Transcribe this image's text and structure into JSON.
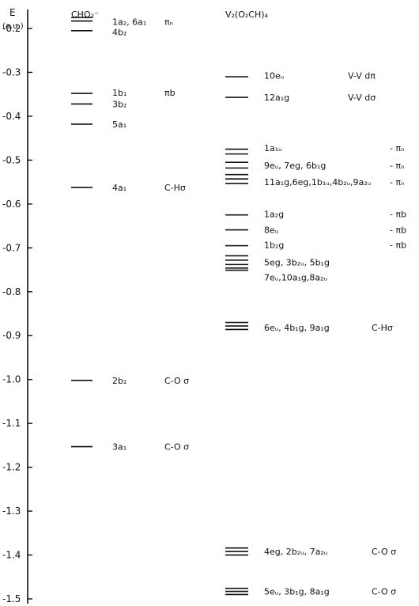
{
  "axis": {
    "title": "E",
    "unit": "(a.u.)",
    "min": -1.5,
    "max": -0.2,
    "ticks": [
      {
        "value": -0.2,
        "label": "-0.2"
      },
      {
        "value": -0.3,
        "label": "-0.3"
      },
      {
        "value": -0.4,
        "label": "-0.4"
      },
      {
        "value": -0.5,
        "label": "-0.5"
      },
      {
        "value": -0.6,
        "label": "-0.6"
      },
      {
        "value": -0.7,
        "label": "-0.7"
      },
      {
        "value": -0.8,
        "label": "-0.8"
      },
      {
        "value": -0.9,
        "label": "-0.9"
      },
      {
        "value": -1.0,
        "label": "-1.0"
      },
      {
        "value": -1.1,
        "label": "-1.1"
      },
      {
        "value": -1.2,
        "label": "-1.2"
      },
      {
        "value": -1.3,
        "label": "-1.3"
      },
      {
        "value": -1.4,
        "label": "-1.4"
      },
      {
        "value": -1.5,
        "label": "-1.5"
      }
    ]
  },
  "columns": [
    {
      "title": "CHO₂⁻",
      "levels": [
        {
          "energy": -0.175
        },
        {
          "energy": -0.183
        },
        {
          "energy": -0.205
        },
        {
          "energy": -0.348
        },
        {
          "energy": -0.372
        },
        {
          "energy": -0.418
        },
        {
          "energy": -0.562
        },
        {
          "energy": -1.002
        },
        {
          "energy": -1.153
        }
      ],
      "labels": [
        {
          "energy": -0.185,
          "text": "1a₂, 6a₁",
          "character": "πₙ"
        },
        {
          "energy": -0.208,
          "text": "4b₂",
          "character": ""
        },
        {
          "energy": -0.346,
          "text": "1b₁",
          "character": "πb"
        },
        {
          "energy": -0.372,
          "text": "3b₂",
          "character": ""
        },
        {
          "energy": -0.418,
          "text": "5a₁",
          "character": ""
        },
        {
          "energy": -0.562,
          "text": "4a₁",
          "character": "C-Hσ"
        },
        {
          "energy": -1.002,
          "text": "2b₂",
          "character": "C-O σ"
        },
        {
          "energy": -1.153,
          "text": "3a₁",
          "character": "C-O σ"
        }
      ]
    },
    {
      "title": "V₂(O₂CH)₄",
      "levels": [
        {
          "energy": -0.31
        },
        {
          "energy": -0.357
        },
        {
          "energy": -0.475
        },
        {
          "energy": -0.486
        },
        {
          "energy": -0.505
        },
        {
          "energy": -0.518
        },
        {
          "energy": -0.533
        },
        {
          "energy": -0.543
        },
        {
          "energy": -0.553
        },
        {
          "energy": -0.625
        },
        {
          "energy": -0.659
        },
        {
          "energy": -0.695
        },
        {
          "energy": -0.718
        },
        {
          "energy": -0.728
        },
        {
          "energy": -0.738
        },
        {
          "energy": -0.746
        },
        {
          "energy": -0.751
        },
        {
          "energy": -0.87
        },
        {
          "energy": -0.878
        },
        {
          "energy": -0.886
        },
        {
          "energy": -1.384
        },
        {
          "energy": -1.392
        },
        {
          "energy": -1.4
        },
        {
          "energy": -1.476
        },
        {
          "energy": -1.483
        },
        {
          "energy": -1.49
        }
      ],
      "labels": [
        {
          "energy": -0.307,
          "text": "10eᵤ",
          "character": "V-V dπ"
        },
        {
          "energy": -0.357,
          "text": "12a₁g",
          "character": "V-V dσ"
        },
        {
          "energy": -0.472,
          "text": "1a₁ᵤ",
          "character": "- πₙ"
        },
        {
          "energy": -0.512,
          "text": "9eᵤ, 7eg, 6b₁g",
          "character": "- πₙ"
        },
        {
          "energy": -0.55,
          "text": "11a₁g,6eg,1b₁ᵤ,4b₂ᵤ,9a₂ᵤ",
          "character": "- πₙ"
        },
        {
          "energy": -0.623,
          "text": "1a₂g",
          "character": "- πb"
        },
        {
          "energy": -0.659,
          "text": "8eᵤ",
          "character": "- πb"
        },
        {
          "energy": -0.693,
          "text": "1b₂g",
          "character": "- πb"
        },
        {
          "energy": -0.733,
          "text": "5eg, 3b₂ᵤ, 5b₁g",
          "character": ""
        },
        {
          "energy": -0.767,
          "text": "7eᵤ,10a₁g,8a₂ᵤ",
          "character": ""
        },
        {
          "energy": -0.882,
          "text": "6eᵤ, 4b₁g, 9a₁g",
          "character": "C-Hσ"
        },
        {
          "energy": -1.392,
          "text": "4eg, 2b₂ᵤ, 7a₂ᵤ",
          "character": "C-O σ"
        },
        {
          "energy": -1.483,
          "text": "5eᵤ, 3b₁g, 8a₁g",
          "character": "C-O σ"
        }
      ]
    }
  ]
}
